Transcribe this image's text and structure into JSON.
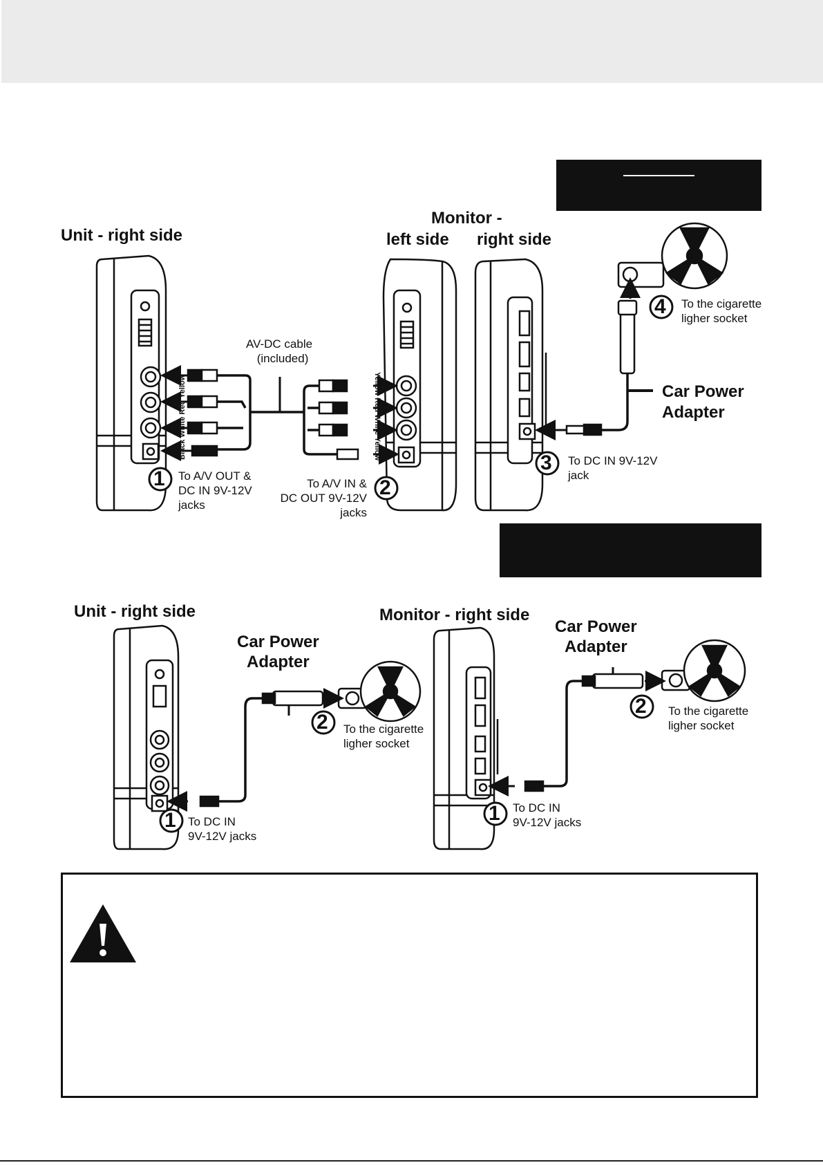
{
  "top_section": {
    "unit_title": "Unit - right side",
    "monitor_title": "Monitor -",
    "monitor_left": "left side",
    "monitor_right": "right side",
    "cable_label": [
      "AV-DC cable",
      "(included)"
    ],
    "unit_jack_colors": "Black White Red Yellow",
    "monitor_jack_colors": "Yellow Red White Yellow",
    "steps": [
      {
        "num": "1",
        "text": [
          "To A/V OUT &",
          "DC IN 9V-12V",
          "jacks"
        ]
      },
      {
        "num": "2",
        "text": [
          "To A/V IN &",
          "DC OUT 9V-12V",
          "jacks"
        ]
      },
      {
        "num": "3",
        "text": [
          "To DC IN 9V-12V",
          "jack"
        ]
      },
      {
        "num": "4",
        "text": [
          "To the cigarette",
          "ligher socket"
        ]
      }
    ],
    "adapter_label": [
      "Car Power",
      "Adapter"
    ]
  },
  "bottom_section": {
    "unit_title": "Unit - right side",
    "monitor_title": "Monitor - right side",
    "unit_adapter_label": [
      "Car Power",
      "Adapter"
    ],
    "monitor_adapter_label": [
      "Car Power",
      "Adapter"
    ],
    "unit_steps": [
      {
        "num": "1",
        "text": [
          "To DC IN",
          "9V-12V jacks"
        ]
      },
      {
        "num": "2",
        "text": [
          "To the cigarette",
          "ligher socket"
        ]
      }
    ],
    "monitor_steps": [
      {
        "num": "1",
        "text": [
          "To DC IN",
          "9V-12V jacks"
        ]
      },
      {
        "num": "2",
        "text": [
          "To the cigarette",
          "ligher socket"
        ]
      }
    ]
  },
  "colors": {
    "ink": "#111111",
    "topbar": "#ebebeb",
    "paper": "#ffffff"
  },
  "icons": [
    "warning-icon",
    "cigarette-socket-icon",
    "car-adapter-icon"
  ]
}
